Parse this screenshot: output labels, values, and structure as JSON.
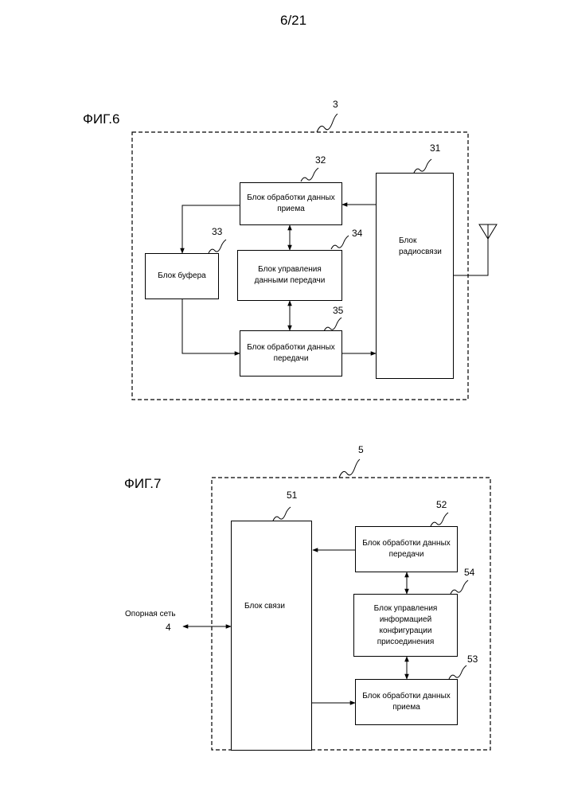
{
  "page_number": "6/21",
  "fig6": {
    "title": "ФИГ.6",
    "ref": "3",
    "blocks": {
      "rx": {
        "ref": "32",
        "label": "Блок обработки данных\nприема"
      },
      "buffer": {
        "ref": "33",
        "label": "Блок буфера"
      },
      "ctrl": {
        "ref": "34",
        "label": "Блок управления\nданными передачи"
      },
      "tx": {
        "ref": "35",
        "label": "Блок обработки данных\nпередачи"
      },
      "radio": {
        "ref": "31",
        "label": "Блок\nрадиосвязи"
      }
    }
  },
  "fig7": {
    "title": "ФИГ.7",
    "ref": "5",
    "blocks": {
      "comm": {
        "ref": "51",
        "label": "Блок связи"
      },
      "tx": {
        "ref": "52",
        "label": "Блок обработки данных\nпередачи"
      },
      "conf": {
        "ref": "54",
        "label": "Блок управления\nинформацией\nконфигурации\nприсоединения"
      },
      "rx": {
        "ref": "53",
        "label": "Блок обработки данных\nприема"
      }
    },
    "core_network": {
      "label": "Опорная сеть",
      "ref": "4"
    }
  }
}
